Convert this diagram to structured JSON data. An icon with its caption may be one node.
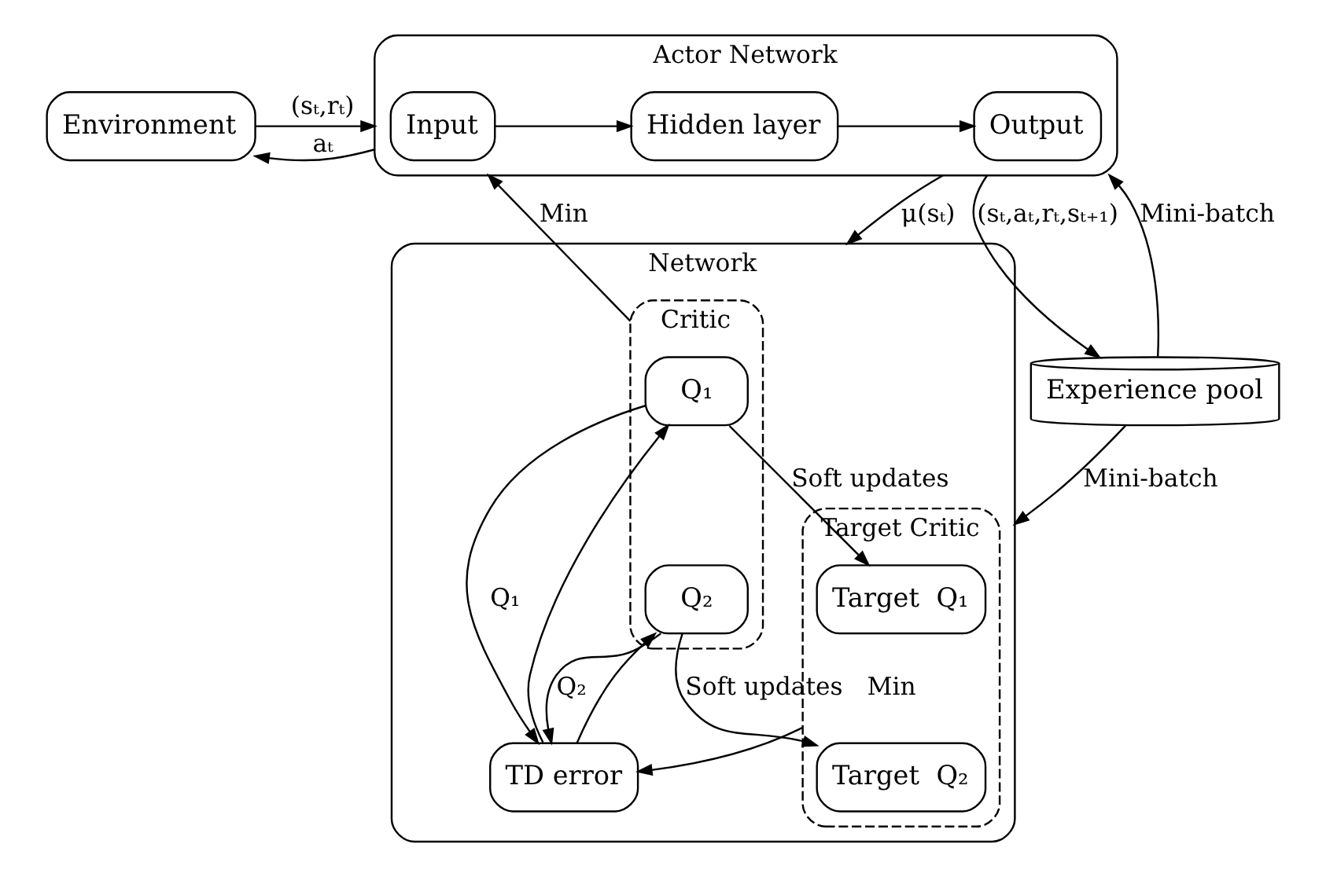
{
  "diagram": {
    "nodes": [
      {
        "text": [
          "Environment"
        ]
      },
      {
        "text": [
          "Actor Network"
        ]
      },
      {
        "text": [
          "Input"
        ],
        "in": 1
      },
      {
        "text": [
          "Hidden layer"
        ],
        "in": 1
      },
      {
        "text": [
          "Output"
        ],
        "in": 1
      },
      {
        "text": [
          "Experience pool"
        ]
      },
      {
        "text": [
          "Network"
        ]
      },
      {
        "text": [
          "Critic"
        ],
        "in": 6
      },
      {
        "text": [
          "Q₁"
        ],
        "in": 7
      },
      {
        "text": [
          "Q₂"
        ],
        "in": 7
      },
      {
        "text": [
          "TD error"
        ],
        "in": 6
      },
      {
        "text": [
          "Target Critic"
        ],
        "in": 6
      },
      {
        "text": [
          "Target  Q₁"
        ],
        "in": 11
      },
      {
        "text": [
          "Target  Q₂"
        ],
        "in": 11
      }
    ],
    "edges": [
      {
        "from": 0,
        "to": 1,
        "arrow": "to",
        "label": "(sₜ,rₜ)"
      },
      {
        "from": 1,
        "to": 0,
        "arrow": "to",
        "label": "aₜ"
      },
      {
        "from": 2,
        "to": 3,
        "arrow": "to"
      },
      {
        "from": 3,
        "to": 4,
        "arrow": "to"
      },
      {
        "from": 1,
        "to": 5,
        "arrow": "to",
        "label": "(sₜ,aₜ,rₜ,sₜ₊₁)"
      },
      {
        "from": 5,
        "to": 1,
        "arrow": "to",
        "label": "Mini-batch"
      },
      {
        "from": 7,
        "to": 1,
        "arrow": "to",
        "label": "Min"
      },
      {
        "from": 1,
        "to": 6,
        "arrow": "to",
        "label": "μ(sₜ)"
      },
      {
        "from": 5,
        "to": 6,
        "arrow": "to",
        "label": "Mini-batch"
      },
      {
        "from": 8,
        "to": 12,
        "arrow": "to",
        "label": "Soft updates"
      },
      {
        "from": 10,
        "to": 8,
        "arrow": "to"
      },
      {
        "from": 8,
        "to": 10,
        "arrow": "to",
        "label": "Q₁"
      },
      {
        "from": 9,
        "to": 10,
        "arrow": "to",
        "label": "Q₂"
      },
      {
        "from": 11,
        "to": 10,
        "arrow": "to",
        "label": "Min"
      },
      {
        "from": 10,
        "to": 9,
        "arrow": "to"
      },
      {
        "from": 9,
        "to": 13,
        "arrow": "to",
        "label": "Soft updates"
      }
    ]
  }
}
